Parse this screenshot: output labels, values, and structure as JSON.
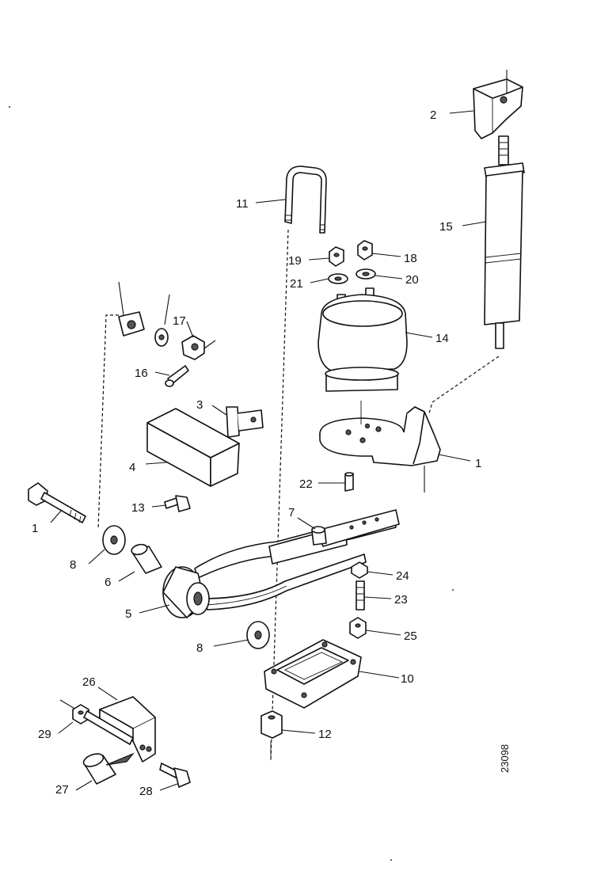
{
  "labels": {
    "l1": "1",
    "l2": "2",
    "l3": "3",
    "l4": "4",
    "l5": "5",
    "l6": "6",
    "l7": "7",
    "l8a": "8",
    "l8b": "8",
    "l10": "10",
    "l11": "11",
    "l12": "12",
    "l13": "13",
    "l14": "14",
    "l15": "15",
    "l16": "16",
    "l17": "17",
    "l18": "18",
    "l19": "19",
    "l20": "20",
    "l21": "21",
    "l22": "22",
    "l23": "23",
    "l24": "24",
    "l25": "25",
    "l26": "26",
    "l27": "27",
    "l28": "28",
    "l29": "29",
    "lbolt": "1"
  },
  "doc_number": "23098"
}
